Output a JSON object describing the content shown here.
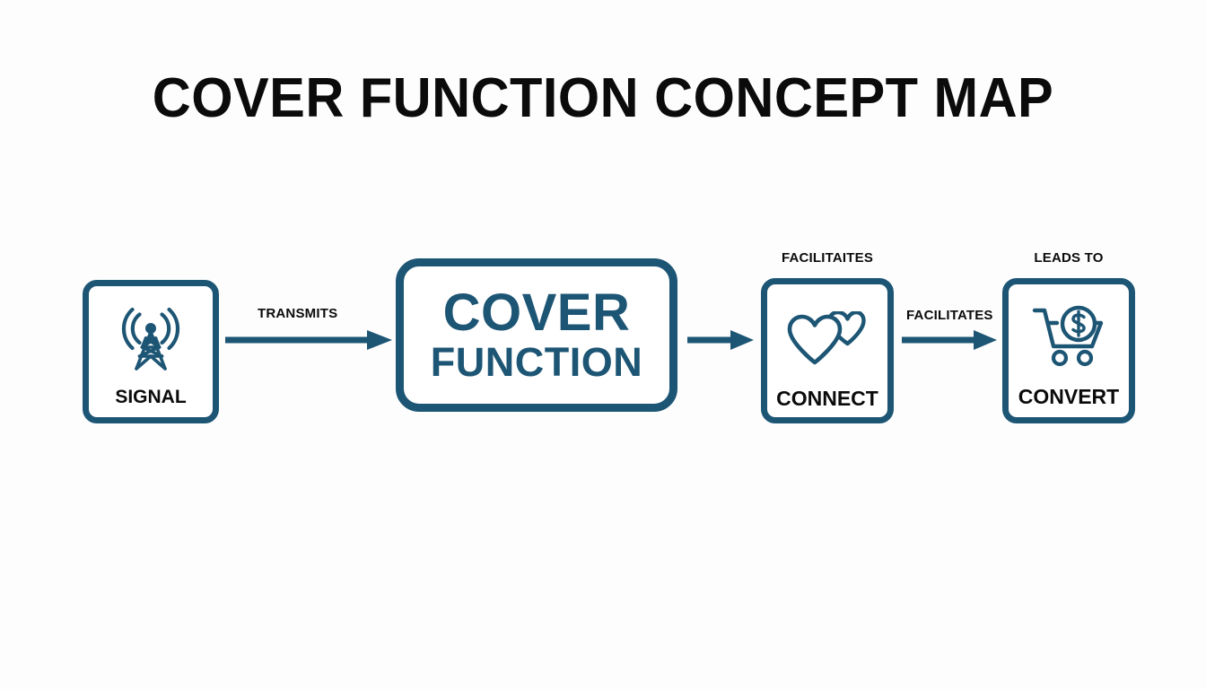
{
  "page": {
    "title": "COVER FUNCTION CONCEPT MAP",
    "background_color": "#fdfdfd",
    "accent_color": "#1d5574",
    "text_color": "#0b0b0b"
  },
  "diagram": {
    "type": "concept-map",
    "orientation": "left-to-right",
    "nodes": [
      {
        "id": "signal",
        "label": "SIGNAL",
        "icon": "broadcast-tower-icon",
        "label_color": "#0b0b0b"
      },
      {
        "id": "cover-function",
        "label_line1": "COVER",
        "label_line2": "FUNCTION",
        "icon": "none",
        "label_color": "#1d5574",
        "emphasis": "central"
      },
      {
        "id": "connect",
        "label": "CONNECT",
        "icon": "two-hearts-icon",
        "label_color": "#0b0b0b"
      },
      {
        "id": "convert",
        "label": "CONVERT",
        "icon": "shopping-cart-dollar-icon",
        "label_color": "#0b0b0b"
      }
    ],
    "edges": [
      {
        "id": "signal-to-cover",
        "from": "signal",
        "to": "cover-function",
        "label": "TRANSMITS",
        "label_position": "above"
      },
      {
        "id": "cover-to-connect",
        "from": "cover-function",
        "to": "connect",
        "label": "FACILITAITES",
        "label_position": "above-target-node"
      },
      {
        "id": "connect-to-convert",
        "from": "connect",
        "to": "convert",
        "label": "FACILITATES",
        "label_position": "above"
      },
      {
        "id": "convert-outcome",
        "from": "connect",
        "to": "convert",
        "label": "LEADS TO",
        "label_position": "above-target-node"
      }
    ]
  }
}
